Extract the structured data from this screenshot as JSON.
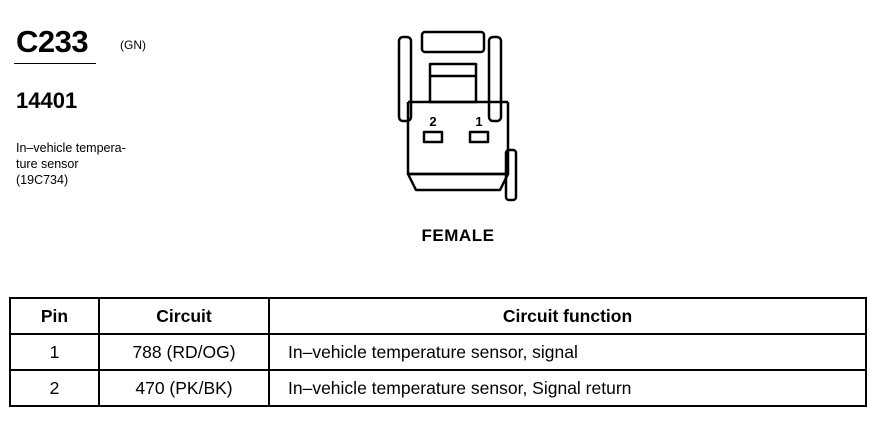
{
  "connector": {
    "id": "C233",
    "color_code": "(GN)",
    "part_number": "14401",
    "description_lines": [
      "In–vehicle tempera-",
      "ture sensor",
      "(19C734)"
    ],
    "pin_labels": [
      "2",
      "1"
    ],
    "gender": "FEMALE"
  },
  "table": {
    "headers": [
      "Pin",
      "Circuit",
      "Circuit function"
    ],
    "rows": [
      {
        "pin": "1",
        "circuit": "788 (RD/OG)",
        "function": "In–vehicle temperature sensor, signal"
      },
      {
        "pin": "2",
        "circuit": "470 (PK/BK)",
        "function": "In–vehicle temperature sensor, Signal return"
      }
    ]
  }
}
